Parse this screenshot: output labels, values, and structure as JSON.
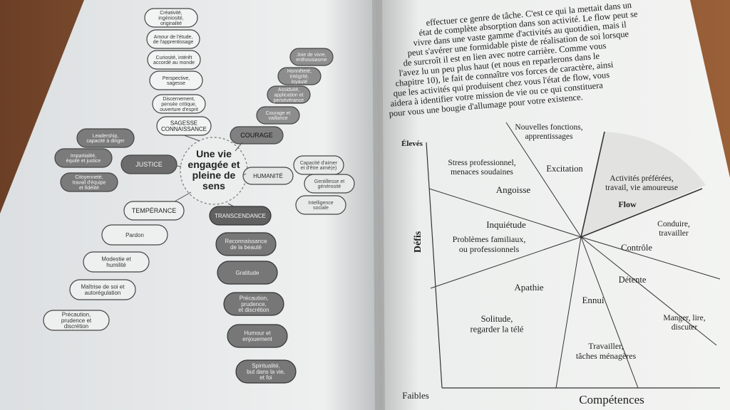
{
  "left_page": {
    "center": [
      "Une vie",
      "engagée et",
      "pleine de",
      "sens"
    ],
    "virtues": [
      {
        "label": "SAGESSE",
        "sub": "CONNAISSANCE"
      },
      {
        "label": "COURAGE"
      },
      {
        "label": "HUMANITÉ"
      },
      {
        "label": "JUSTICE"
      },
      {
        "label": "TEMPÉRANCE"
      },
      {
        "label": "TRANSCENDANCE"
      }
    ],
    "sagesse_items": [
      [
        "Créativité,",
        "ingéniosité,",
        "originalité"
      ],
      [
        "Amour de l'étude,",
        "de l'apprentissage"
      ],
      [
        "Curiosité, intérêt",
        "accordé au monde"
      ],
      [
        "Perspective,",
        "sagesse"
      ],
      [
        "Discernement,",
        "pensée critique,",
        "ouverture d'esprit"
      ]
    ],
    "courage_items": [
      [
        "Joie de vivre,",
        "enthousiasme"
      ],
      [
        "Honnêteté,",
        "intégrité,",
        "loyauté"
      ],
      [
        "Assiduité,",
        "application et",
        "persévérance"
      ],
      [
        "Courage et",
        "vaillance"
      ]
    ],
    "humanite_items": [
      [
        "Capacité d'aimer",
        "et d'être aimé(e)"
      ],
      [
        "Gentillesse et",
        "générosité"
      ],
      [
        "Intelligence",
        "sociale"
      ]
    ],
    "justice_items": [
      [
        "Leadership,",
        "capacité à diriger"
      ],
      [
        "Impartialité,",
        "équité et justice"
      ],
      [
        "Citoyenneté,",
        "travail d'équipe",
        "et fidélité"
      ]
    ],
    "temperance_items": [
      [
        "Pardon"
      ],
      [
        "Modestie et",
        "humilité"
      ],
      [
        "Maîtrise de soi et",
        "autorégulation"
      ],
      [
        "Précaution,",
        "prudence et",
        "discrétion"
      ]
    ],
    "transcendance_items": [
      [
        "Reconnaissance",
        "de la beauté"
      ],
      [
        "Gratitude"
      ],
      [
        "Précaution,",
        "prudence,",
        "et discrétion"
      ],
      [
        "Humour et",
        "enjouement"
      ],
      [
        "Spiritualité,",
        "but dans la vie,",
        "et foi"
      ]
    ]
  },
  "right_page": {
    "paragraph_lines": [
      "effectuer ce genre de tâche. C'est ce qui la mettait dans un",
      "état de complète absorption dans son activité. Le flow peut se",
      "vivre dans une vaste gamme d'activités au quotidien, mais il",
      "peut s'avérer une formidable piste de réalisation de soi lorsque",
      "de surcroît il est en lien avec notre carrière. Comme vous",
      "l'avez lu un peu plus haut (et nous en reparlerons dans le",
      "chapitre 10), le fait de connaître vos forces de caractère, ainsi",
      "que les activités qui produisent chez vous l'état de flow, vous",
      "aidera à identifier votre mission de vie ou ce qui constituera",
      "pour vous une bougie d'allumage pour votre existence."
    ],
    "chart": {
      "y_high": "Élevés",
      "y_label": "Défis",
      "x_low": "Faibles",
      "x_label": "Compétences",
      "zones": {
        "nouvelles": [
          "Nouvelles fonctions,",
          "apprentissages"
        ],
        "stress": [
          "Stress professionnel,",
          "menaces soudaines"
        ],
        "excitation": [
          "Excitation"
        ],
        "activites": [
          "Activités préférées,",
          "travail, vie amoureuse"
        ],
        "flow": [
          "Flow"
        ],
        "angoisse": [
          "Angoisse"
        ],
        "inquietude": [
          "Inquiétude"
        ],
        "problemes": [
          "Problèmes familiaux,",
          "ou professionnels"
        ],
        "conduire": [
          "Conduire,",
          "travailler"
        ],
        "controle": [
          "Contrôle"
        ],
        "detente": [
          "Détente"
        ],
        "apathie": [
          "Apathie"
        ],
        "ennui": [
          "Ennui"
        ],
        "solitude": [
          "Solitude,",
          "regarder la télé"
        ],
        "manger": [
          "Manger, lire,",
          "discuter"
        ],
        "travailler": [
          "Travailler,",
          "tâches ménagères"
        ]
      }
    }
  }
}
